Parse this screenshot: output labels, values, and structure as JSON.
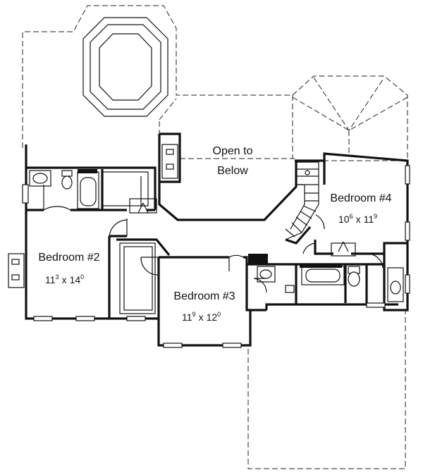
{
  "floor_plan": {
    "open_to_below": {
      "line1": "Open to",
      "line2": "Below"
    },
    "rooms": [
      {
        "name": "Bedroom #2",
        "dim_w": "11",
        "dim_w_frac": "3",
        "dim_by": "x",
        "dim_d": "14",
        "dim_d_frac": "0"
      },
      {
        "name": "Bedroom #3",
        "dim_w": "11",
        "dim_w_frac": "9",
        "dim_by": "x",
        "dim_d": "12",
        "dim_d_frac": "0"
      },
      {
        "name": "Bedroom #4",
        "dim_w": "10",
        "dim_w_frac": "6",
        "dim_by": "x",
        "dim_d": "11",
        "dim_d_frac": "9"
      }
    ]
  }
}
